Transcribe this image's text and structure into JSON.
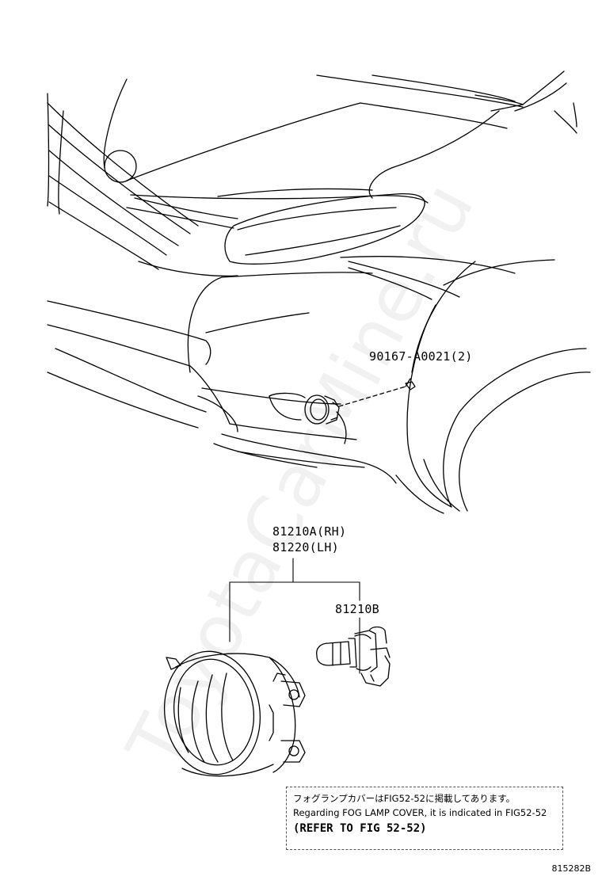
{
  "labels": {
    "clip": "90167-A0021(2)",
    "fog_lamp_rh": "81210A(RH)",
    "fog_lamp_lh": "81220(LH)",
    "bulb": "81210B"
  },
  "note": {
    "jp": "フォグランプカバーはFIG52-52に掲載してあります。",
    "en": "Regarding FOG LAMP COVER, it is indicated in FIG52-52",
    "ref": "(REFER TO FIG 52-52)"
  },
  "figure_code": "815282B",
  "watermark": "ToyotaCarMine.ru"
}
